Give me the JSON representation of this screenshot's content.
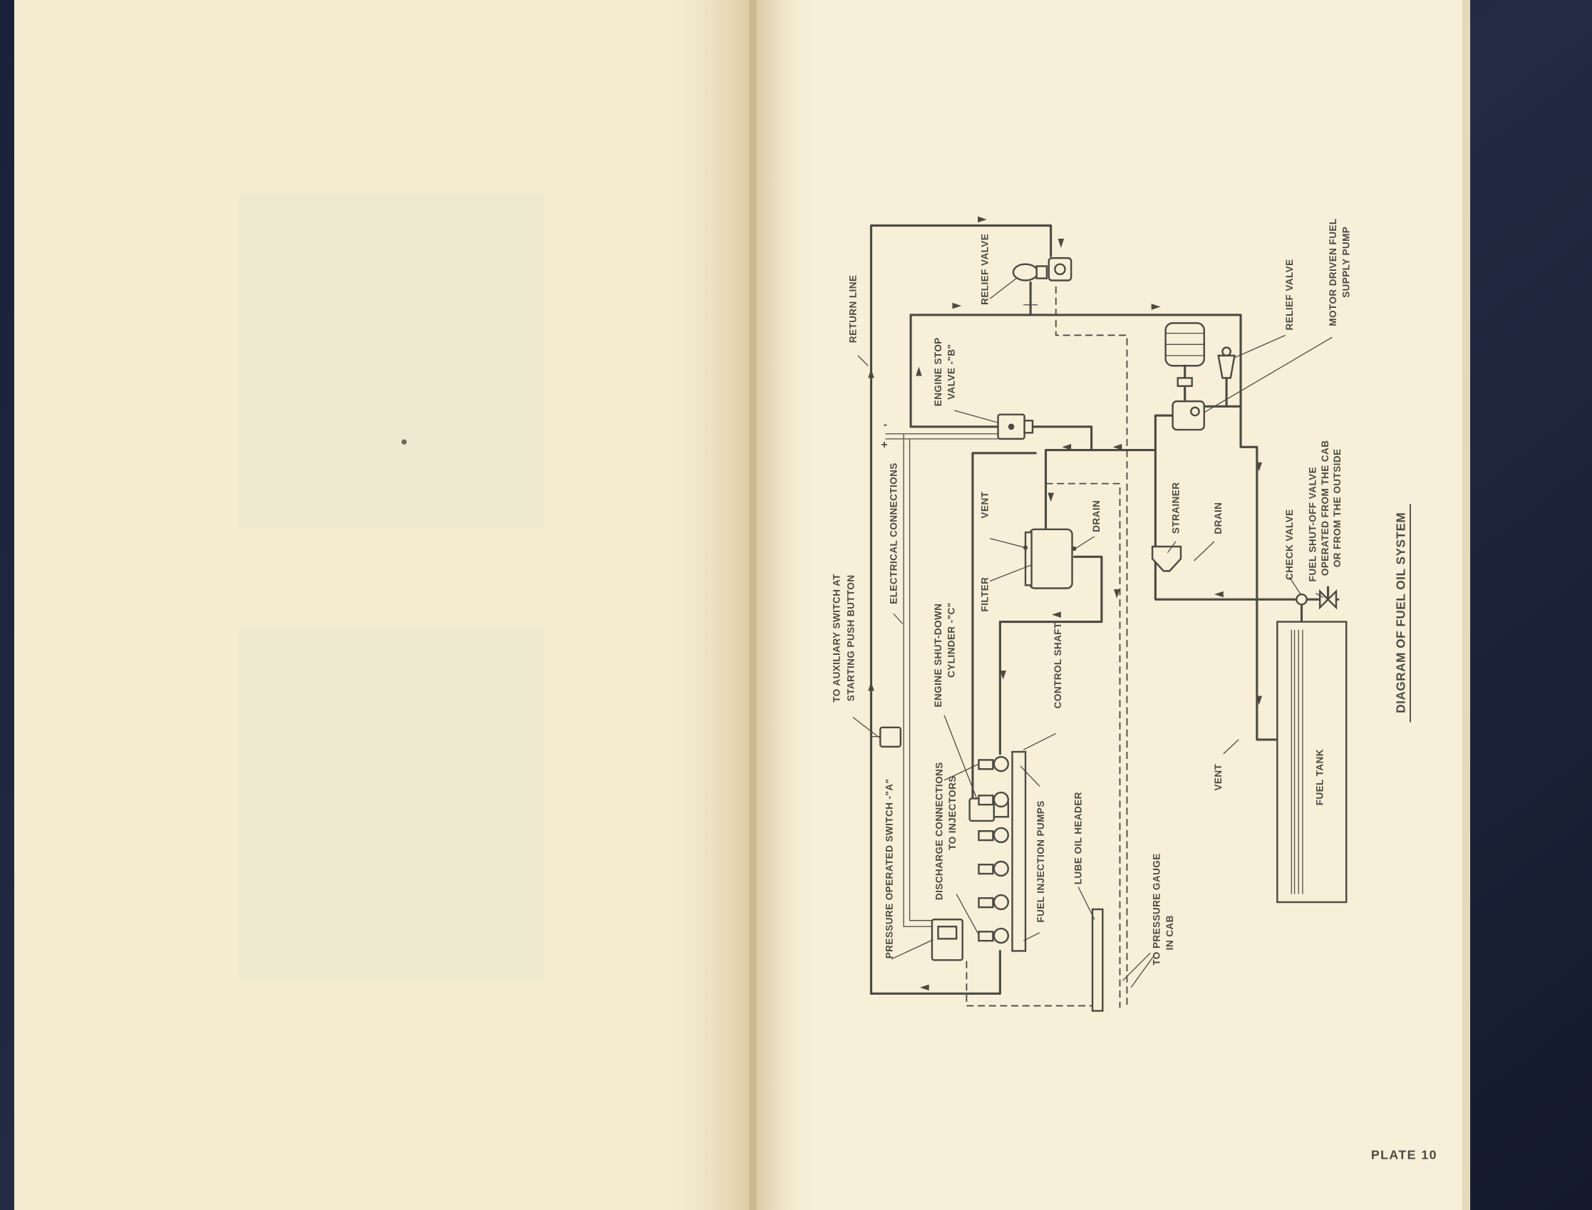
{
  "colors": {
    "paper_left": "#f4ebd1",
    "paper_right": "#f7efd8",
    "ink": "#4b4b44",
    "cover": "#1c2236"
  },
  "diagram": {
    "title": "DIAGRAM OF FUEL OIL SYSTEM",
    "labels": {
      "return_line": "RETURN LINE",
      "relief_valve_top": "RELIEF VALVE",
      "engine_stop_valve": [
        "ENGINE STOP",
        "VALVE -\"B\""
      ],
      "aux_switch": [
        "TO AUXILIARY SWITCH AT",
        "STARTING PUSH BUTTON"
      ],
      "electrical_connections": "ELECTRICAL CONNECTIONS",
      "electrical_plus": "+",
      "electrical_minus": "-",
      "filter_vent": "VENT",
      "filter_drain": "DRAIN",
      "filter": "FILTER",
      "shutdown_cylinder": [
        "ENGINE SHUT-DOWN",
        "CYLINDER -\"C\""
      ],
      "control_shaft": "CONTROL SHAFT",
      "strainer": "STRAINER",
      "strainer_drain": "DRAIN",
      "relief_valve_pump": "RELIEF VALVE",
      "supply_pump": [
        "MOTOR DRIVEN FUEL",
        "SUPPLY PUMP"
      ],
      "check_valve": "CHECK VALVE",
      "shutoff_valve": [
        "FUEL SHUT-OFF VALVE",
        "OPERATED FROM THE CAB",
        "OR FROM THE OUTSIDE"
      ],
      "pressure_switch": "PRESSURE OPERATED SWITCH -\"A\"",
      "discharge_connections": [
        "DISCHARGE CONNECTIONS",
        "TO INJECTORS"
      ],
      "injection_pumps": "FUEL INJECTION PUMPS",
      "lube_oil_header": "LUBE OIL HEADER",
      "pressure_gauge": [
        "TO PRESSURE GAUGE",
        "IN CAB"
      ],
      "tank_vent": "VENT",
      "fuel_tank": "FUEL TANK"
    }
  },
  "page": {
    "plate": "PLATE 10"
  }
}
